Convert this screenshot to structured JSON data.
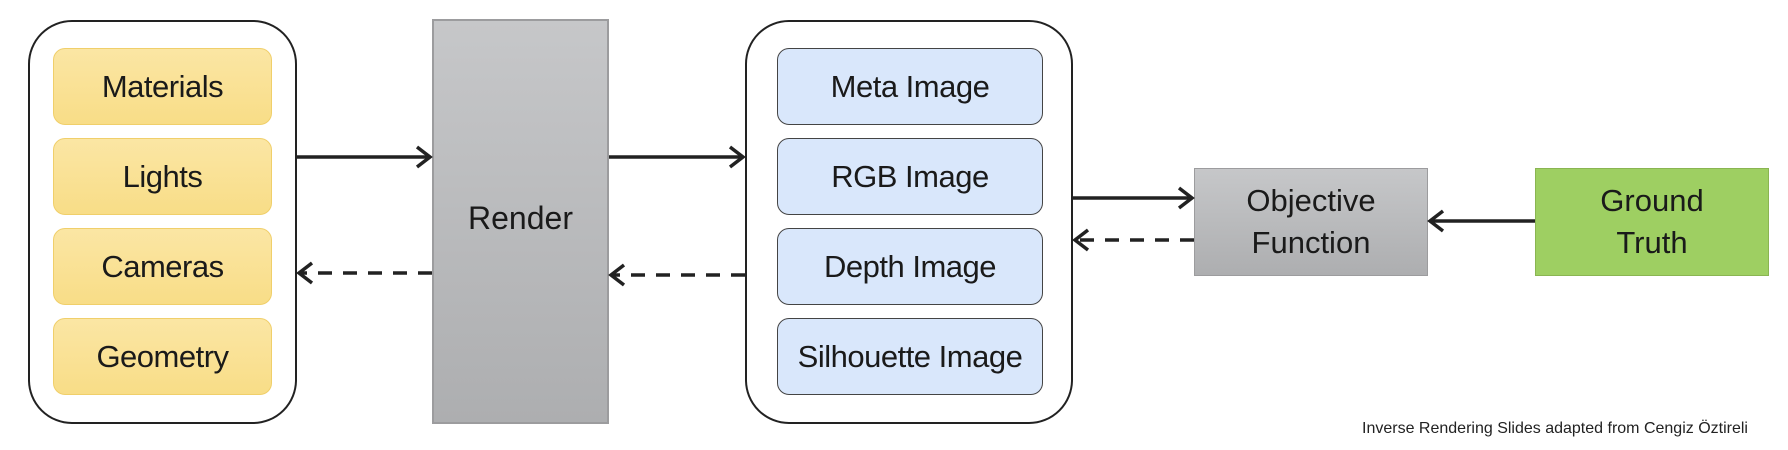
{
  "scene_inputs": {
    "items": [
      {
        "label": "Materials"
      },
      {
        "label": "Lights"
      },
      {
        "label": "Cameras"
      },
      {
        "label": "Geometry"
      }
    ],
    "fill_color": "#f9e08f"
  },
  "render": {
    "label": "Render",
    "fill_color": "#bbbcbe"
  },
  "outputs": {
    "items": [
      {
        "label": "Meta Image"
      },
      {
        "label": "RGB Image"
      },
      {
        "label": "Depth Image"
      },
      {
        "label": "Silhouette Image"
      }
    ],
    "fill_color": "#d9e7fb"
  },
  "objective": {
    "line1": "Objective",
    "line2": "Function",
    "fill_color": "#bbbcbe"
  },
  "ground_truth": {
    "line1": "Ground",
    "line2": "Truth",
    "fill_color": "#9ecf62"
  },
  "edges": [
    {
      "from": "scene_inputs",
      "to": "render",
      "style": "solid"
    },
    {
      "from": "render",
      "to": "scene_inputs",
      "style": "dashed"
    },
    {
      "from": "render",
      "to": "outputs",
      "style": "solid"
    },
    {
      "from": "outputs",
      "to": "render",
      "style": "dashed"
    },
    {
      "from": "outputs",
      "to": "objective",
      "style": "solid"
    },
    {
      "from": "objective",
      "to": "outputs",
      "style": "dashed"
    },
    {
      "from": "ground_truth",
      "to": "objective",
      "style": "solid"
    }
  ],
  "footnote": "Inverse Rendering Slides adapted from Cengiz Öztireli"
}
